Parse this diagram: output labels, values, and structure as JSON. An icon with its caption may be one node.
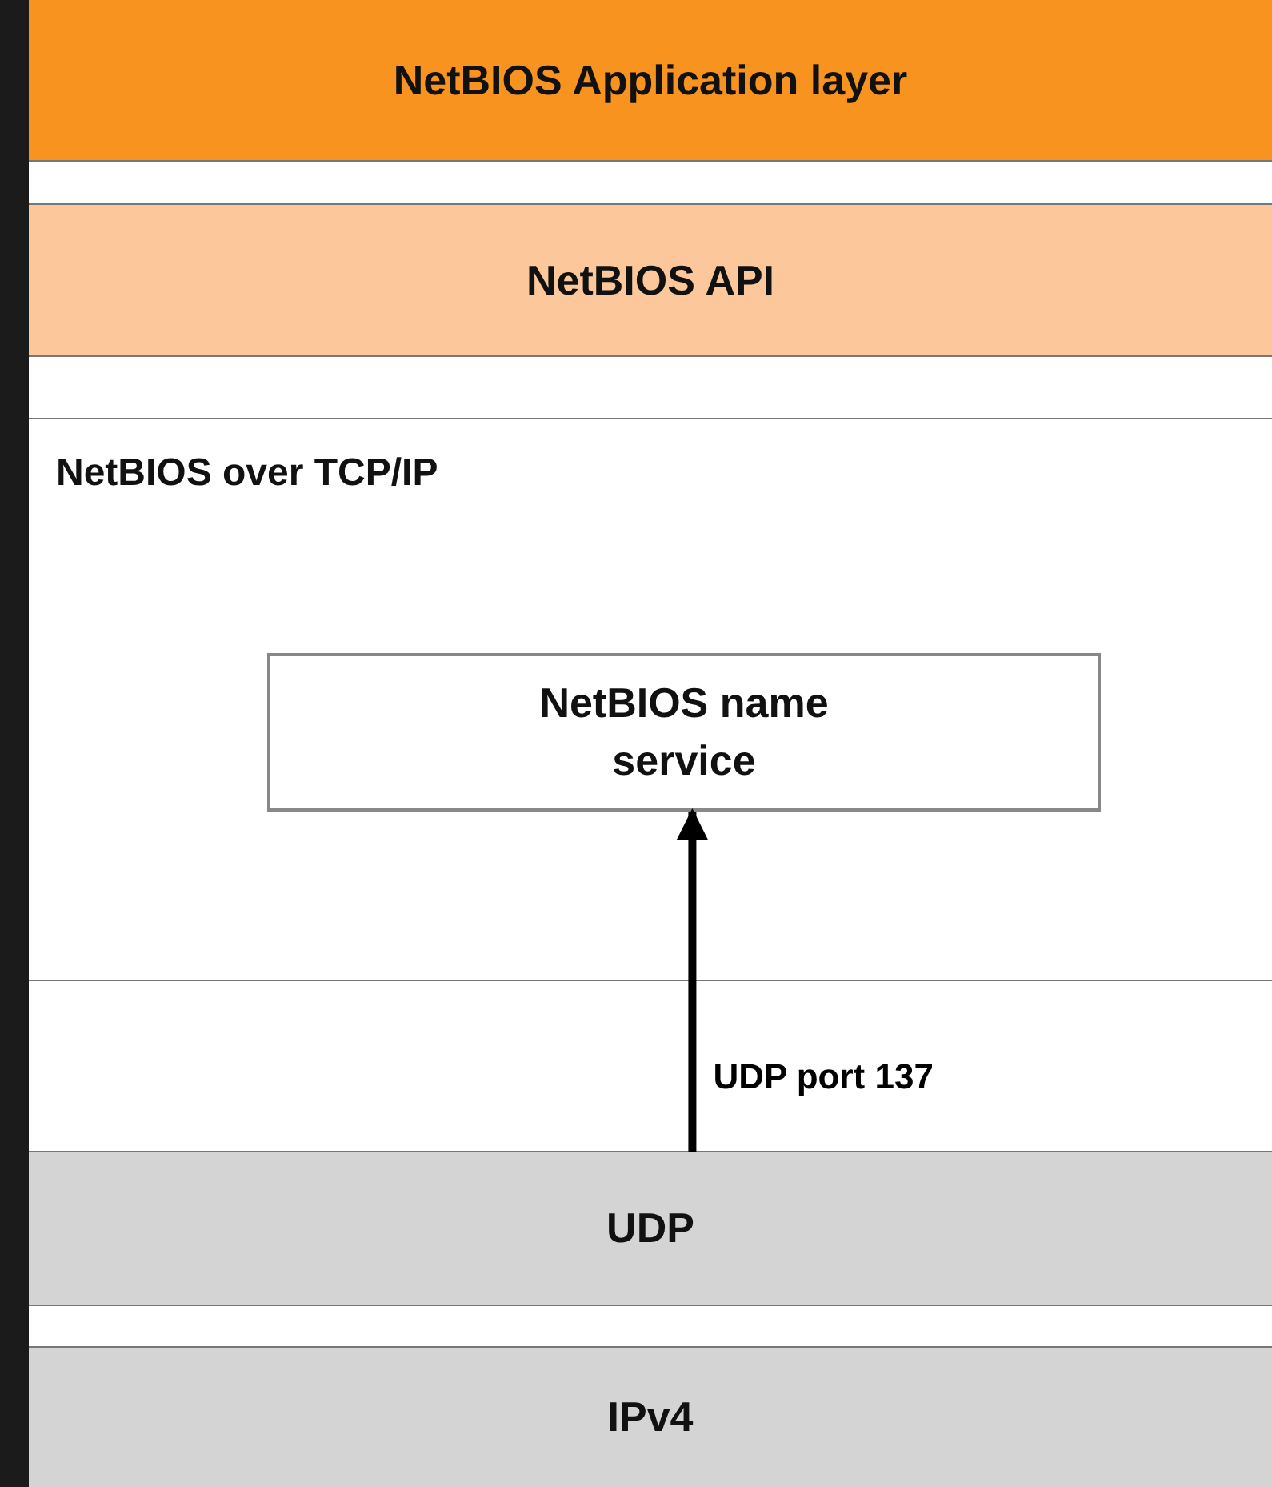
{
  "diagram": {
    "nodes": [
      {
        "text": [
          "NetBIOS Application layer"
        ]
      },
      {
        "text": [
          "NetBIOS API"
        ]
      },
      {
        "text": [
          "NetBIOS over TCP/IP"
        ]
      },
      {
        "text": [
          "NetBIOS name service"
        ],
        "in": 2
      },
      {
        "text": [
          "UDP"
        ]
      },
      {
        "text": [
          "IPv4"
        ]
      }
    ],
    "edges": [
      {
        "from": 4,
        "to": 3,
        "arrow": "to",
        "label": "UDP port 137"
      }
    ]
  }
}
